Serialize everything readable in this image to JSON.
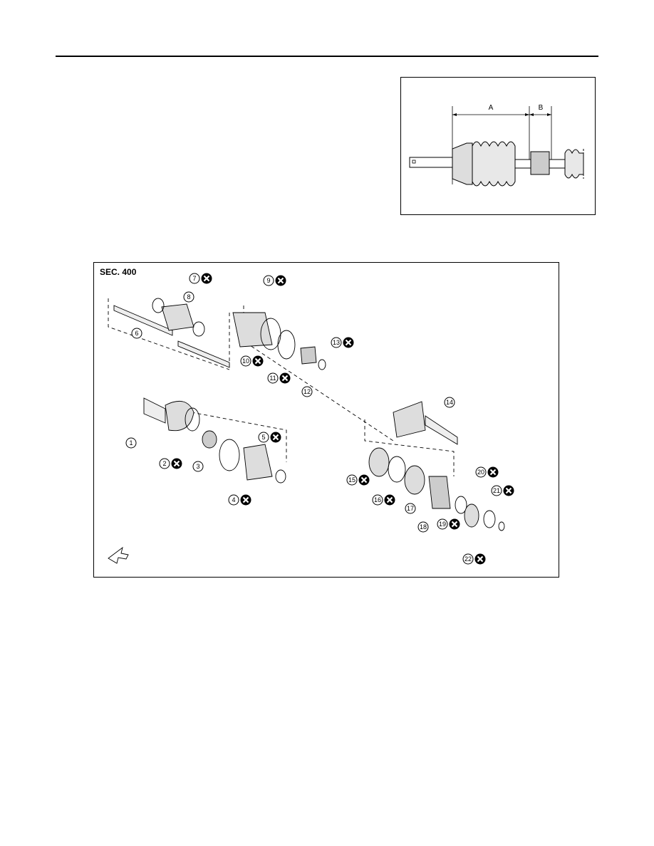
{
  "figure_top": {
    "dimension_a_label": "A",
    "dimension_b_label": "B"
  },
  "figure_main": {
    "section_label": "SEC. 400",
    "callouts": [
      {
        "num": "1",
        "replace": false
      },
      {
        "num": "2",
        "replace": true
      },
      {
        "num": "3",
        "replace": false
      },
      {
        "num": "4",
        "replace": true
      },
      {
        "num": "5",
        "replace": true
      },
      {
        "num": "6",
        "replace": false
      },
      {
        "num": "7",
        "replace": true
      },
      {
        "num": "8",
        "replace": false
      },
      {
        "num": "9",
        "replace": true
      },
      {
        "num": "10",
        "replace": true
      },
      {
        "num": "11",
        "replace": true
      },
      {
        "num": "12",
        "replace": false
      },
      {
        "num": "13",
        "replace": true
      },
      {
        "num": "14",
        "replace": false
      },
      {
        "num": "15",
        "replace": true
      },
      {
        "num": "16",
        "replace": true
      },
      {
        "num": "17",
        "replace": false
      },
      {
        "num": "18",
        "replace": false
      },
      {
        "num": "19",
        "replace": true
      },
      {
        "num": "20",
        "replace": true
      },
      {
        "num": "21",
        "replace": true
      },
      {
        "num": "22",
        "replace": true
      }
    ]
  }
}
